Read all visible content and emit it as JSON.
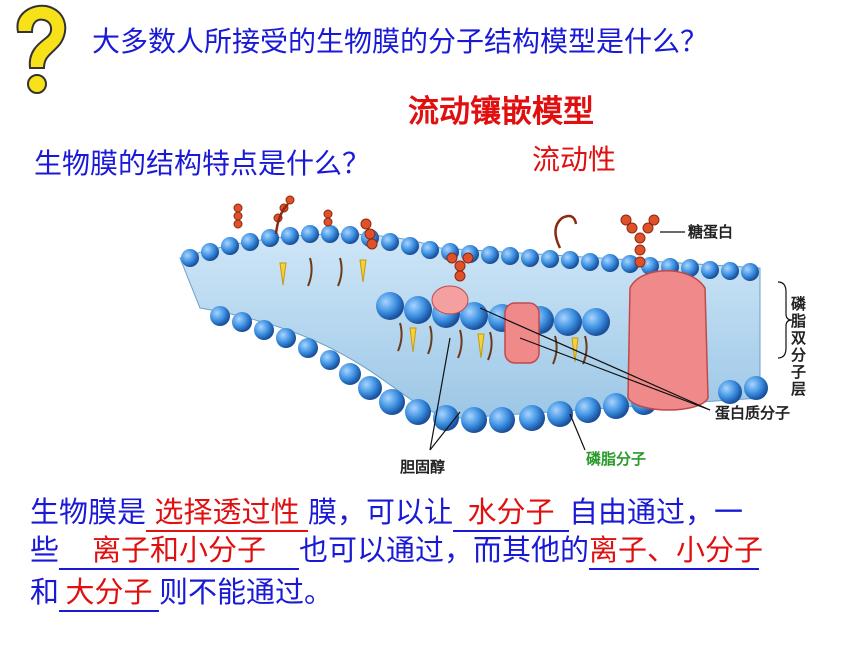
{
  "question1": "大多数人所接受的生物膜的分子结构模型是什么？",
  "answer1": "流动镶嵌模型",
  "question2": "生物膜的结构特点是什么？",
  "answer2": "流动性",
  "diagram": {
    "label_glycoprotein": "糖蛋白",
    "label_bilayer": "磷脂双分子层",
    "label_protein": "蛋白质分子",
    "label_cholesterol": "胆固醇",
    "label_phospholipid": "磷脂分子"
  },
  "statement": {
    "part1": "生物膜是",
    "blank1": "选择透过性",
    "part2": "膜，可以让",
    "blank2": "水分子",
    "part3": "自由通过，一",
    "part4": "些",
    "blank3": "离子和小分子",
    "part5": "也可以通过，而其他的",
    "blank4": "离子、小分子",
    "part6": "和",
    "blank5": "大分子",
    "part7": "则不能通过。"
  }
}
